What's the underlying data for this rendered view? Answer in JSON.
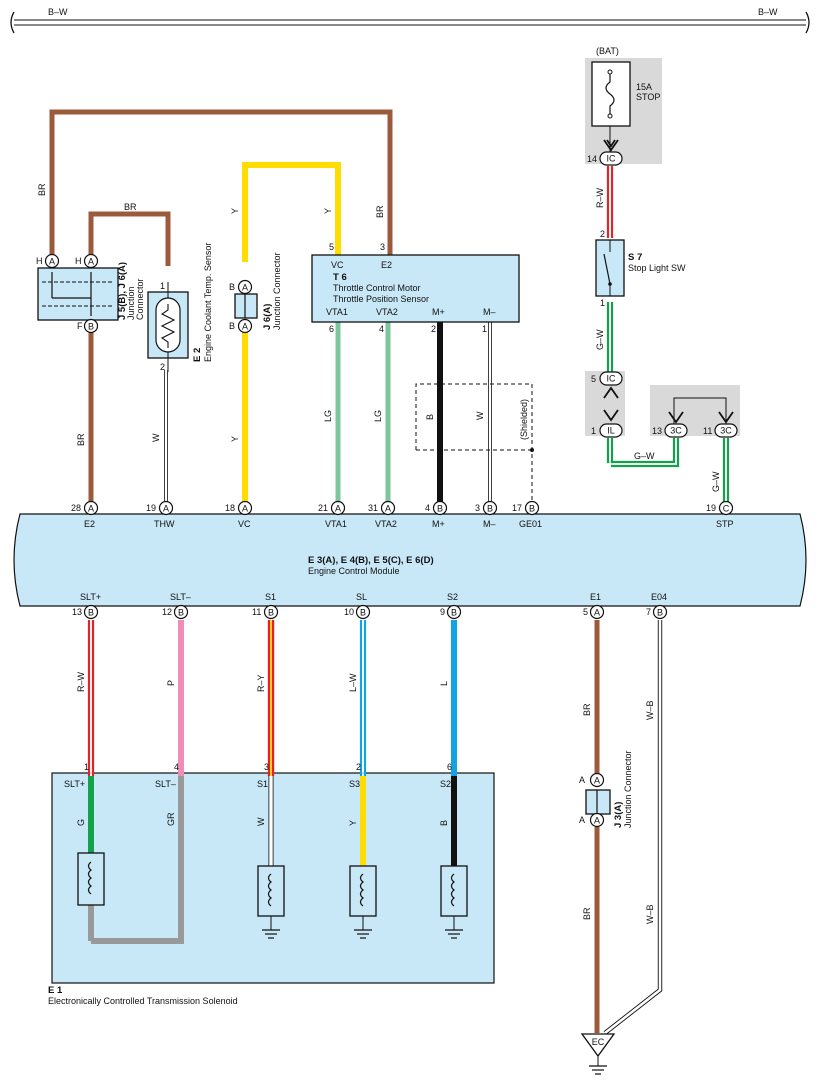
{
  "colors": {
    "BR": "#9c5a3c",
    "Y": "#ffdd00",
    "LG": "#7cc69b",
    "B": "#111111",
    "W": "#ffffff",
    "R": "#e42228",
    "G": "#12a24a",
    "P": "#f08cb8",
    "L": "#12a3e0",
    "GR": "#999999",
    "panel": "#c8e8f8",
    "gray_box": "#d9d9d9"
  },
  "top_bus": {
    "left": "B–W",
    "right": "B–W"
  },
  "fuse": {
    "bat": "(BAT)",
    "rating": "15A",
    "name": "STOP"
  },
  "stoplight": {
    "id": "S 7",
    "desc": "Stop Light SW"
  },
  "ecm": {
    "id": "E 3(A), E 4(B), E 5(C), E 6(D)",
    "desc": "Engine Control Module"
  },
  "tcm": {
    "id": "T 6",
    "desc1": "Throttle Control Motor",
    "desc2": "Throttle Position Sensor"
  },
  "jc1": {
    "id": "J 5(B), J 6(A)",
    "desc1": "Junction",
    "desc2": "Connector"
  },
  "e2": {
    "id": "E 2",
    "desc": "Engine Coolant Temp.  Sensor"
  },
  "j6": {
    "id": "J 6(A)",
    "desc": "Junction Connector"
  },
  "j3": {
    "id": "J 3(A)",
    "desc": "Junction Connector"
  },
  "solenoid": {
    "id": "E 1",
    "desc": "Electronically Controlled Transmission Solenoid"
  },
  "shielded": "(Shielded)",
  "ground": "EC",
  "connectors": {
    "a": "A",
    "b": "B",
    "c": "C",
    "h": "H",
    "f": "F",
    "ic": "IC",
    "il": "IL",
    "c3": "3C"
  },
  "pins": {
    "p1": "1",
    "p2": "2",
    "p3": "3",
    "p4": "4",
    "p5": "5",
    "p6": "6",
    "p7": "7",
    "p9": "9",
    "p10": "10",
    "p11": "11",
    "p12": "12",
    "p13": "13",
    "p14": "14",
    "p17": "17",
    "p18": "18",
    "p19": "19",
    "p21": "21",
    "p28": "28",
    "p31": "31"
  },
  "terminals": {
    "e2": "E2",
    "thw": "THW",
    "vc": "VC",
    "vta1": "VTA1",
    "vta2": "VTA2",
    "mp": "M+",
    "mm": "M–",
    "ge01": "GE01",
    "stp": "STP",
    "sltp": "SLT+",
    "sltm": "SLT–",
    "s1": "S1",
    "sl": "SL",
    "s2": "S2",
    "e1": "E1",
    "e04": "E04",
    "s3": "S3"
  },
  "wire_labels": {
    "br": "BR",
    "y": "Y",
    "lg": "LG",
    "b": "B",
    "w": "W",
    "rw": "R–W",
    "gw": "G–W",
    "p": "P",
    "ry": "R–Y",
    "lw": "L–W",
    "l": "L",
    "wb": "W–B",
    "g": "G",
    "gr": "GR"
  }
}
